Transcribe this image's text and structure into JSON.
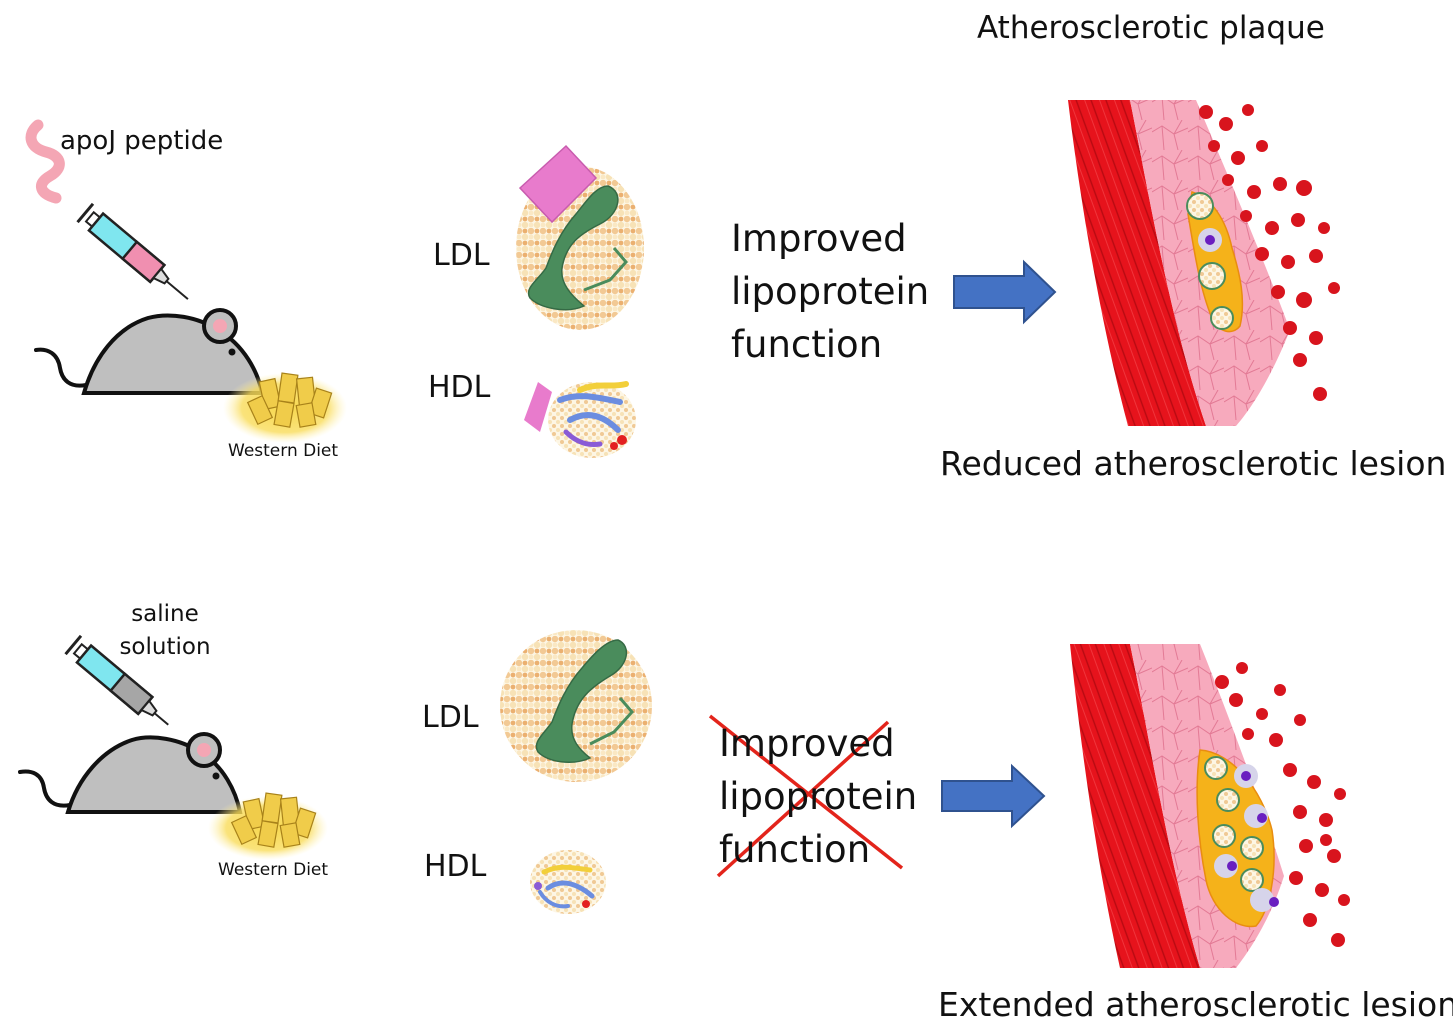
{
  "header": {
    "plaque_title": "Atherosclerotic  plaque"
  },
  "treated": {
    "injection_label": "apoJ peptide",
    "diet_label": "Western Diet",
    "ldl_label": "LDL",
    "hdl_label": "HDL",
    "effect_lines": [
      "Improved",
      "lipoprotein",
      "function"
    ],
    "outcome": "Reduced atherosclerotic lesion"
  },
  "control": {
    "injection_label_lines": [
      "saline",
      "solution"
    ],
    "diet_label": "Western Diet",
    "ldl_label": "LDL",
    "hdl_label": "HDL",
    "effect_lines": [
      "Improved",
      "lipoprotein",
      "function"
    ],
    "effect_crossed_out": true,
    "outcome": "Extended atherosclerotic lesion"
  },
  "colors": {
    "arrow": "#4472c4",
    "cross": "#e3241b",
    "vessel": "#e8101c",
    "intima": "#f6a6b8",
    "plaque_core": "#f5b21a",
    "blood_cell": "#d8141d",
    "mouse_body": "#bfbfbf",
    "peptide": "#f4a6b4",
    "syringe_fluid": "#7fe6ef",
    "dose_treated": "#f08fb0",
    "dose_saline": "#a6a6a6",
    "apolipoprotein": "#4a8c5c"
  }
}
